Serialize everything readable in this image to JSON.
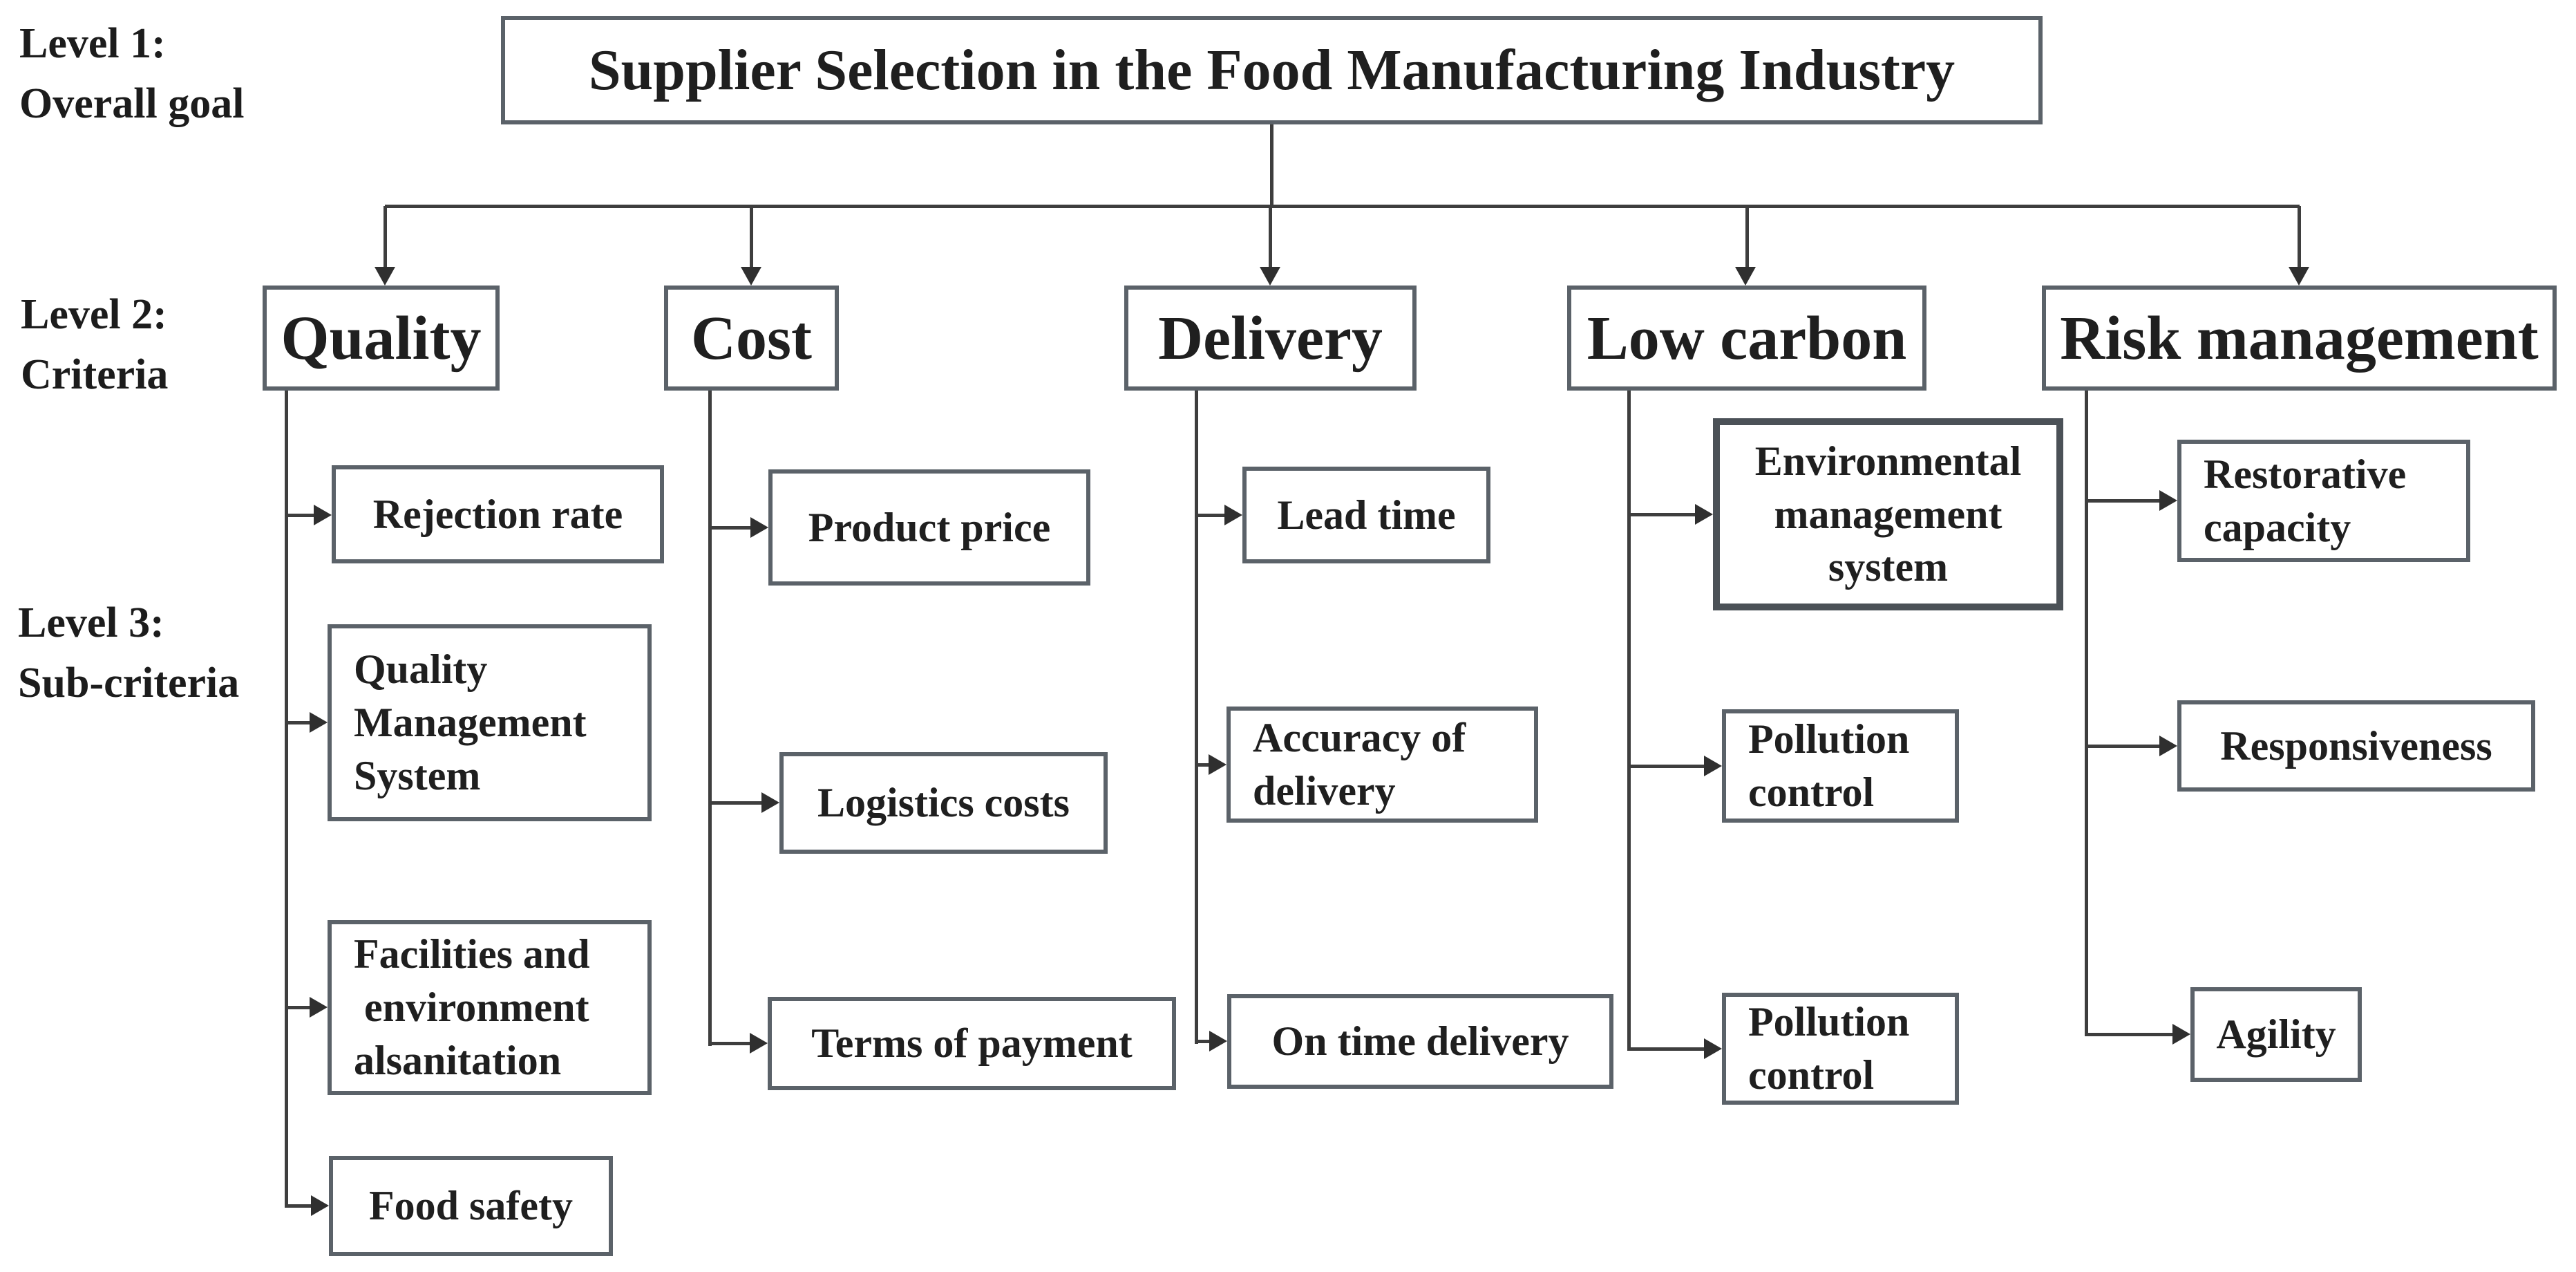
{
  "colors": {
    "background": "#ffffff",
    "line": "#3e3e3e",
    "box_border": "#5b6269",
    "text": "#1f1f1f"
  },
  "levels": {
    "level1": "Level 1:\nOverall goal",
    "level2": "Level 2:\nCriteria",
    "level3": "Level 3:\nSub-criteria"
  },
  "goal": "Supplier Selection in the Food Manufacturing Industry",
  "criteria": [
    {
      "label": "Quality",
      "sub": [
        "Rejection rate",
        "Quality\nManagement\nSystem",
        "Facilities and\n environment\nalsanitation",
        "Food safety"
      ]
    },
    {
      "label": "Cost",
      "sub": [
        "Product price",
        "Logistics costs",
        "Terms of payment"
      ]
    },
    {
      "label": "Delivery",
      "sub": [
        "Lead time",
        "Accuracy of\ndelivery",
        "On time delivery"
      ]
    },
    {
      "label": "Low carbon",
      "sub": [
        "Environmental\nmanagement\nsystem",
        "Pollution\ncontrol",
        "Pollution\ncontrol"
      ]
    },
    {
      "label": "Risk management",
      "sub": [
        "Restorative\ncapacity",
        "Responsiveness",
        "Agility"
      ]
    }
  ]
}
